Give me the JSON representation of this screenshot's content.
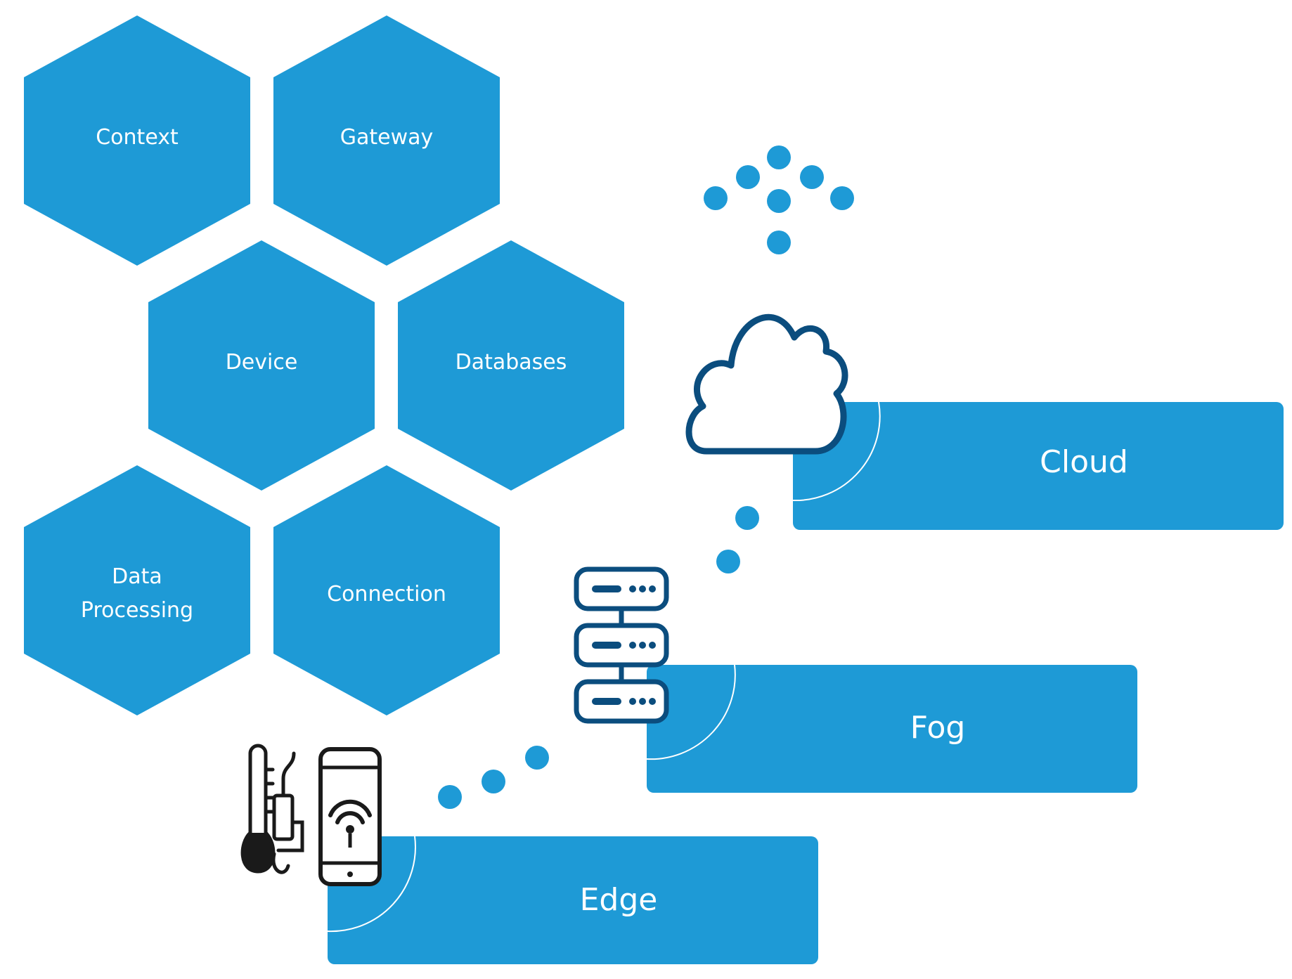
{
  "colors": {
    "primary": "#1e9ad6",
    "icon_stroke": "#0b4d7e",
    "icon_dark": "#1a1a1a",
    "background": "#ffffff",
    "text": "#ffffff"
  },
  "hexagons": [
    {
      "id": "context",
      "lines": [
        "Context"
      ]
    },
    {
      "id": "gateway",
      "lines": [
        "Gateway"
      ]
    },
    {
      "id": "device",
      "lines": [
        "Device"
      ]
    },
    {
      "id": "databases",
      "lines": [
        "Databases"
      ]
    },
    {
      "id": "data-processing",
      "lines": [
        "Data",
        "Processing"
      ]
    },
    {
      "id": "connection",
      "lines": [
        "Connection"
      ]
    }
  ],
  "tiers": [
    {
      "id": "cloud",
      "label": "Cloud",
      "icon": "cloud-icon"
    },
    {
      "id": "fog",
      "label": "Fog",
      "icon": "server-rack-icon"
    },
    {
      "id": "edge",
      "label": "Edge",
      "icon": "smartphone-wifi-icon"
    }
  ],
  "extra_icons": [
    "thermometer-sensor-icon",
    "dot-cluster"
  ]
}
